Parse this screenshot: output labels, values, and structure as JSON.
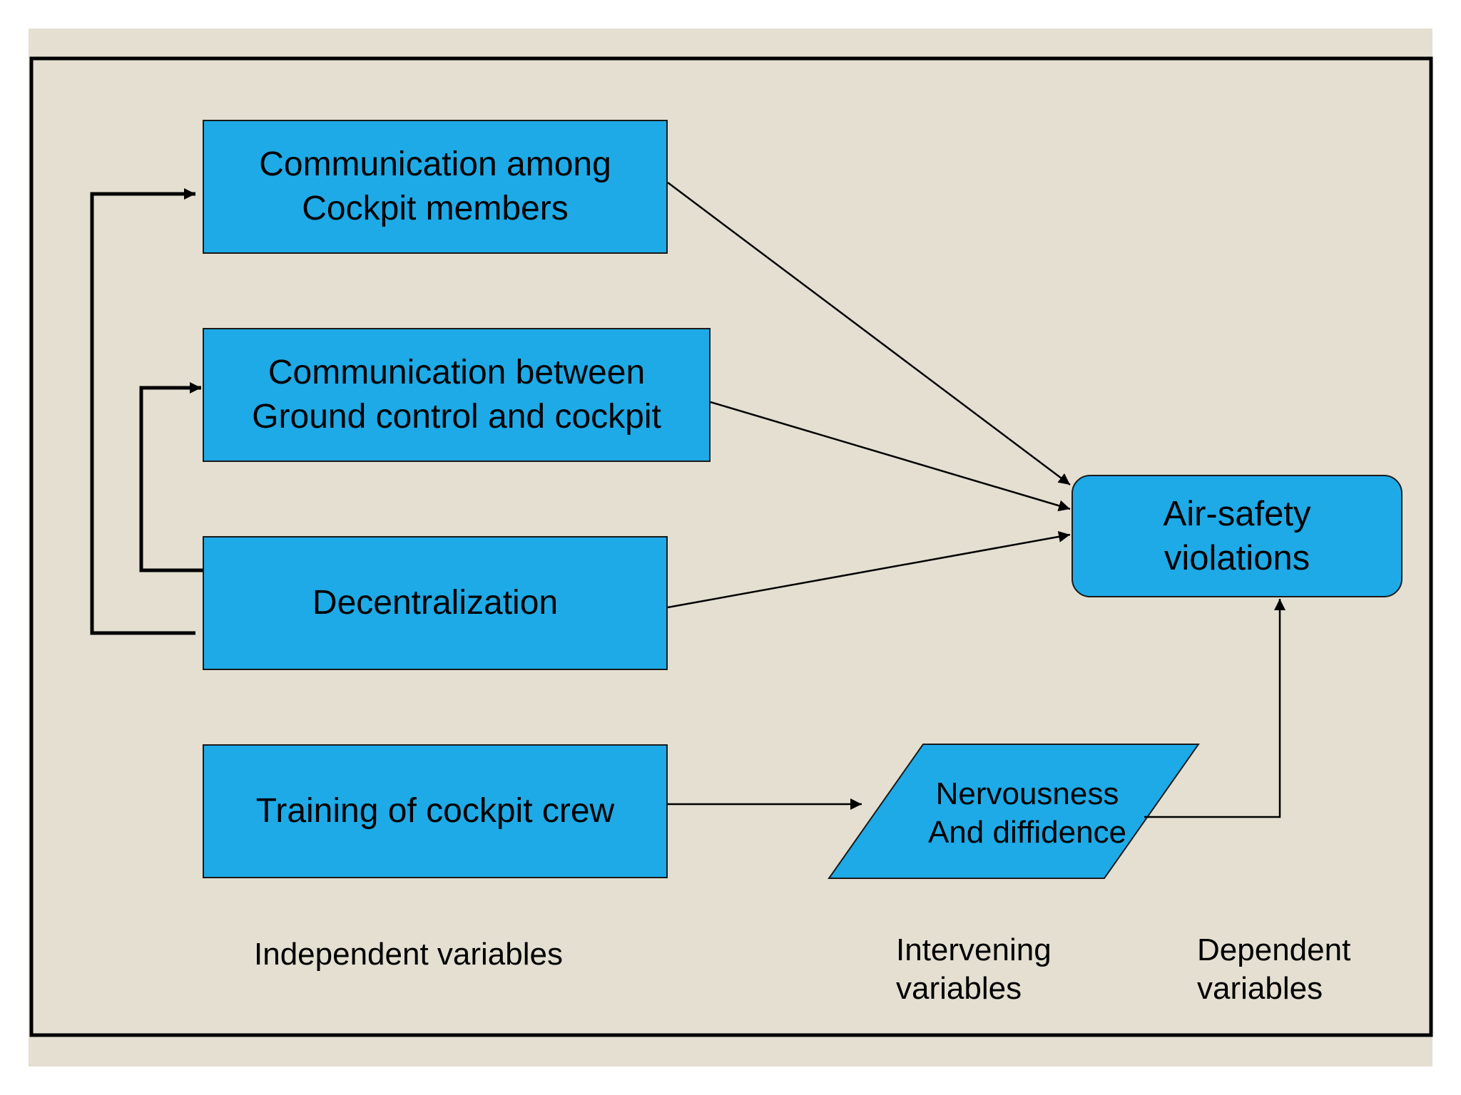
{
  "boxes": {
    "comm_cockpit": "Communication among\nCockpit members",
    "comm_ground": "Communication between\nGround control and cockpit",
    "decentralization": "Decentralization",
    "training": "Training of cockpit crew",
    "air_safety": "Air-safety\nviolations",
    "nervousness": "Nervousness\nAnd diffidence"
  },
  "captions": {
    "independent": "Independent variables",
    "intervening": "Intervening\nvariables",
    "dependent": "Dependent\nvariables"
  },
  "colors": {
    "background": "#e4dfd1",
    "box_fill": "#1eaae7",
    "line": "#000000"
  }
}
